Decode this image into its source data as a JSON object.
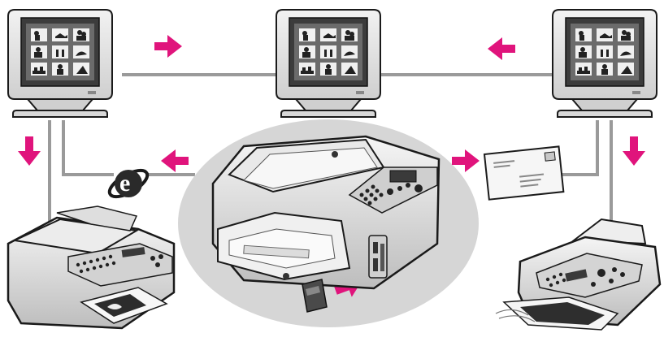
{
  "diagram": {
    "monitors": [
      {
        "id": "left",
        "label": ""
      },
      {
        "id": "center",
        "label": ""
      },
      {
        "id": "right",
        "label": ""
      }
    ],
    "devices": {
      "photo_printer": "",
      "multifunction_printer_left": "",
      "fax_printer_right": "",
      "web_browser_icon": "e",
      "email_envelope": ""
    },
    "colors": {
      "arrow": "#e0147c",
      "line": "#9a9a9a",
      "ellipse": "#d6d6d6",
      "device_body": "#e8e8e8",
      "device_outline": "#1a1a1a"
    }
  }
}
